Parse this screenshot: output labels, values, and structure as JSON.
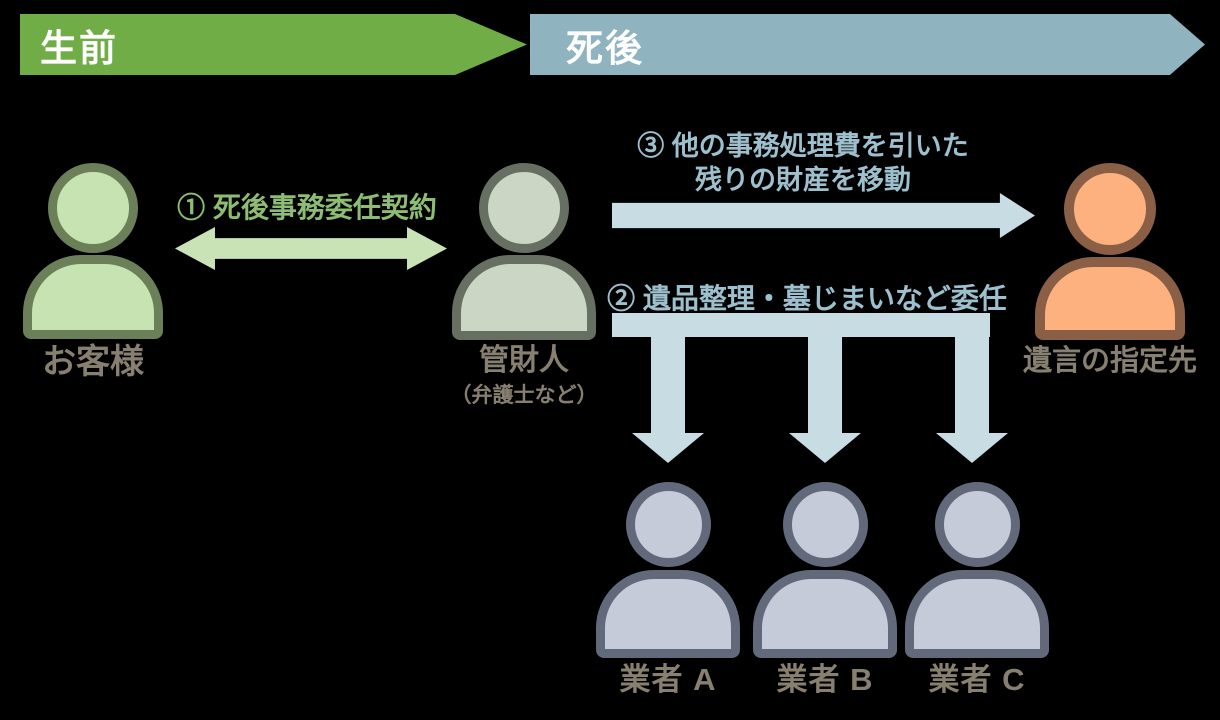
{
  "colors": {
    "background": "#000000",
    "banner_green": "#70ad47",
    "banner_blue": "#8fb3bf",
    "banner_text": "#ffffff",
    "contract_text_green": "#8cbd72",
    "contract_arrow_green": "#c9e3b7",
    "flow_text_blue": "#9cc0cd",
    "flow_arrow_blue": "#c8dce4",
    "label_gray": "#877f70",
    "customer_fill": "#c8e3b2",
    "customer_outline": "#6b8059",
    "administrator_fill": "#ccd6c4",
    "administrator_outline": "#666f62",
    "recipient_fill": "#fcb17e",
    "recipient_outline": "#8a5f45",
    "vendor_fill": "#c6cbda",
    "vendor_outline": "#62697b"
  },
  "timeline": {
    "before_death": "生前",
    "after_death": "死後"
  },
  "actors": {
    "customer": {
      "label": "お客様"
    },
    "administrator": {
      "label": "管財人",
      "sublabel": "（弁護士など）"
    },
    "recipient": {
      "label": "遺言の指定先"
    },
    "vendors": [
      {
        "label": "業者 A"
      },
      {
        "label": "業者 B"
      },
      {
        "label": "業者 C"
      }
    ]
  },
  "flows": {
    "step1": {
      "label": "① 死後事務委任契約"
    },
    "step2": {
      "label": "② 遺品整理・墓じまいなど委任"
    },
    "step3": {
      "line1": "③ 他の事務処理費を引いた",
      "line2": "残りの財産を移動"
    }
  }
}
